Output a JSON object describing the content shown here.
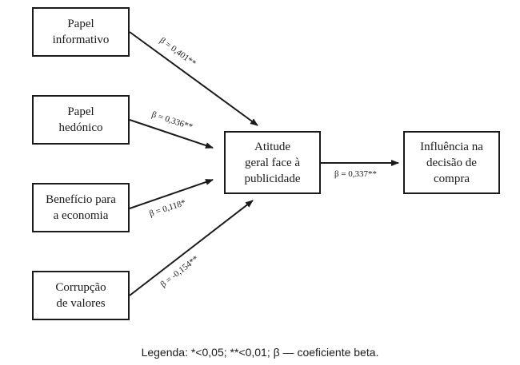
{
  "nodes": {
    "papel_informativo": "Papel\ninformativo",
    "papel_hedonico": "Papel\nhedónico",
    "beneficio_economia": "Benefício para\na economia",
    "corrupcao_valores": "Corrupção\nde valores",
    "atitude": "Atitude\ngeral face à\npublicidade",
    "influencia": "Influência na\ndecisão de\ncompra"
  },
  "edges": {
    "papel_informativo": "β = 0,401**",
    "papel_hedonico": "β = 0,336**",
    "beneficio_economia": "β = 0,118*",
    "corrupcao_valores": "β = -0,154**",
    "atitude_influencia": "β = 0,337**"
  },
  "legend": "Legenda: *<0,05; **<0,01; β — coeficiente beta."
}
